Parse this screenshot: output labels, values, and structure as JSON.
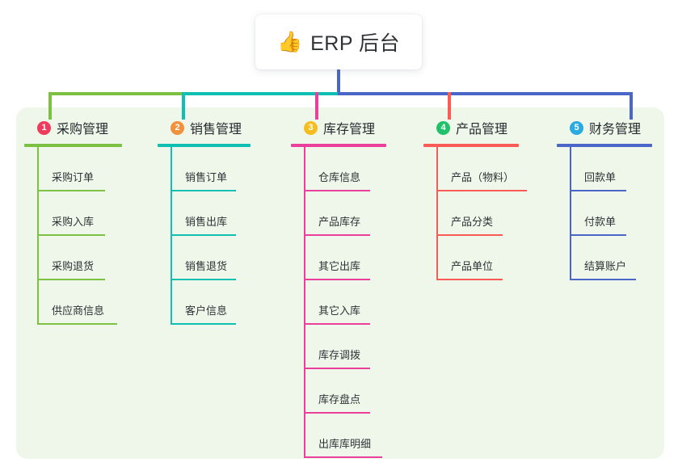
{
  "root": {
    "icon": "thumbs-up-icon",
    "emoji": "👍",
    "title": "ERP 后台"
  },
  "palette": {
    "panel_background": "#eef7e9",
    "page_background": "#ffffff",
    "text": "#2f3337",
    "green": "#7cc142",
    "teal": "#0fbfb1",
    "pink": "#ea3f9a",
    "red": "#fa5b56",
    "blue": "#4a66c8"
  },
  "connector": {
    "trunk_color": "#4a66c8",
    "segments": [
      {
        "name": "segment-green",
        "color": "#7cc142"
      },
      {
        "name": "segment-teal",
        "color": "#0fbfb1"
      },
      {
        "name": "segment-blue",
        "color": "#4a66c8"
      }
    ],
    "drops": [
      {
        "name": "drop-green",
        "color": "#7cc142"
      },
      {
        "name": "drop-teal",
        "color": "#0fbfb1"
      },
      {
        "name": "drop-pink",
        "color": "#ea3f9a"
      },
      {
        "name": "drop-red",
        "color": "#fa5b56"
      },
      {
        "name": "drop-blue",
        "color": "#4a66c8"
      }
    ]
  },
  "columns": [
    {
      "id": "purchase",
      "number": "1",
      "badge_color": "#ef3b5b",
      "accent": "#7cc142",
      "title": "采购管理",
      "head_rule_width": 121,
      "items": [
        {
          "label": "采购订单",
          "rule_width": 84
        },
        {
          "label": "采购入库",
          "rule_width": 84
        },
        {
          "label": "采购退货",
          "rule_width": 84
        },
        {
          "label": "供应商信息",
          "rule_width": 99
        }
      ]
    },
    {
      "id": "sales",
      "number": "2",
      "badge_color": "#f2913d",
      "accent": "#0fbfb1",
      "title": "销售管理",
      "head_rule_width": 115,
      "items": [
        {
          "label": "销售订单",
          "rule_width": 81
        },
        {
          "label": "销售出库",
          "rule_width": 81
        },
        {
          "label": "销售退货",
          "rule_width": 81
        },
        {
          "label": "客户信息",
          "rule_width": 81
        }
      ]
    },
    {
      "id": "inventory",
      "number": "3",
      "badge_color": "#f5bd1f",
      "accent": "#ea3f9a",
      "title": "库存管理",
      "head_rule_width": 118,
      "items": [
        {
          "label": "仓库信息",
          "rule_width": 82
        },
        {
          "label": "产品库存",
          "rule_width": 82
        },
        {
          "label": "其它出库",
          "rule_width": 82
        },
        {
          "label": "其它入库",
          "rule_width": 82
        },
        {
          "label": "库存调拨",
          "rule_width": 82
        },
        {
          "label": "库存盘点",
          "rule_width": 82
        },
        {
          "label": "出库库明细",
          "rule_width": 97
        }
      ]
    },
    {
      "id": "product",
      "number": "4",
      "badge_color": "#1fc26b",
      "accent": "#fa5b56",
      "title": "产品管理",
      "head_rule_width": 118,
      "items": [
        {
          "label": "产品（物料）",
          "rule_width": 112
        },
        {
          "label": "产品分类",
          "rule_width": 82
        },
        {
          "label": "产品单位",
          "rule_width": 82
        }
      ]
    },
    {
      "id": "finance",
      "number": "5",
      "badge_color": "#29abe2",
      "accent": "#4a66c8",
      "title": "财务管理",
      "head_rule_width": 118,
      "items": [
        {
          "label": "回款单",
          "rule_width": 70
        },
        {
          "label": "付款单",
          "rule_width": 70
        },
        {
          "label": "结算账户",
          "rule_width": 82
        }
      ]
    }
  ]
}
